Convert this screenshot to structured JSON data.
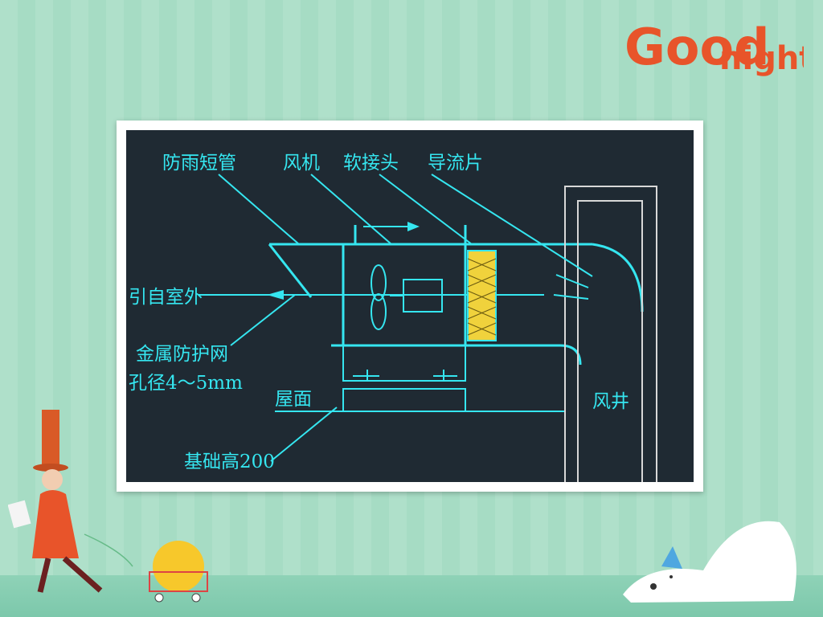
{
  "brand": {
    "text_good": "Good",
    "text_night": "night",
    "color": "#e8542a"
  },
  "diagram": {
    "line_color": "#35e6f0",
    "background": "#1f2a33",
    "filter_color": "#f0d23c",
    "labels": {
      "rain_pipe": "防雨短管",
      "fan": "风机",
      "soft_joint": "软接头",
      "guide_vane": "导流片",
      "from_outdoor": "引自室外",
      "metal_mesh": "金属防护网",
      "hole_dia": "孔径4～5mm",
      "roof": "屋面",
      "foundation": "基础高200",
      "air_shaft": "风井"
    }
  },
  "decorations": {
    "left_character": "boy-with-hat",
    "cart_item": "yellow-chick-in-cart",
    "right_character": "polar-bear-with-party-hat"
  }
}
